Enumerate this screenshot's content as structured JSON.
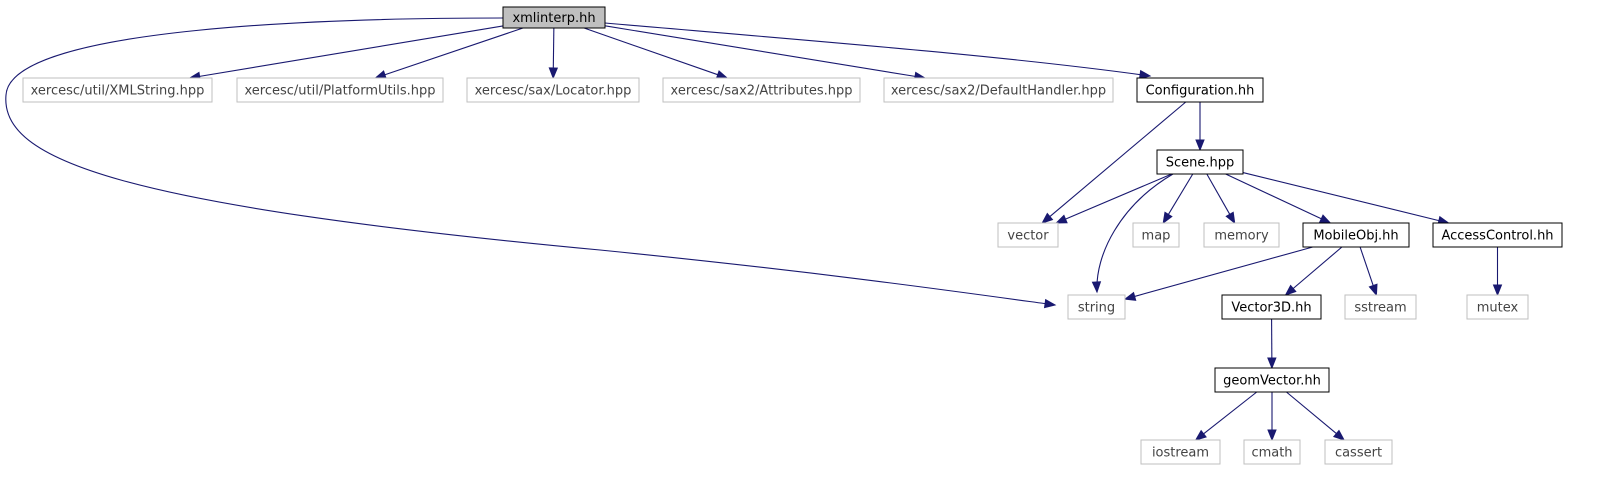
{
  "diagram": {
    "kind": "include-dependency-graph",
    "colors": {
      "edge": "#191970",
      "root_fill": "#bfbfbf",
      "root_border": "#000000",
      "local_border": "#000000",
      "system_border": "#bfbfbf",
      "system_text": "#444444"
    },
    "nodes": [
      {
        "id": "xmlinterp_hh",
        "label": "xmlinterp.hh",
        "kind": "root"
      },
      {
        "id": "xmlstring_hpp",
        "label": "xercesc/util/XMLString.hpp",
        "kind": "system"
      },
      {
        "id": "platformutils_hpp",
        "label": "xercesc/util/PlatformUtils.hpp",
        "kind": "system"
      },
      {
        "id": "locator_hpp",
        "label": "xercesc/sax/Locator.hpp",
        "kind": "system"
      },
      {
        "id": "attributes_hpp",
        "label": "xercesc/sax2/Attributes.hpp",
        "kind": "system"
      },
      {
        "id": "defaulthandler_hpp",
        "label": "xercesc/sax2/DefaultHandler.hpp",
        "kind": "system"
      },
      {
        "id": "configuration_hh",
        "label": "Configuration.hh",
        "kind": "local"
      },
      {
        "id": "scene_hpp",
        "label": "Scene.hpp",
        "kind": "local"
      },
      {
        "id": "vector",
        "label": "vector",
        "kind": "system"
      },
      {
        "id": "map",
        "label": "map",
        "kind": "system"
      },
      {
        "id": "memory",
        "label": "memory",
        "kind": "system"
      },
      {
        "id": "mobileobj_hh",
        "label": "MobileObj.hh",
        "kind": "local"
      },
      {
        "id": "accesscontrol_hh",
        "label": "AccessControl.hh",
        "kind": "local"
      },
      {
        "id": "string",
        "label": "string",
        "kind": "system"
      },
      {
        "id": "vector3d_hh",
        "label": "Vector3D.hh",
        "kind": "local"
      },
      {
        "id": "sstream",
        "label": "sstream",
        "kind": "system"
      },
      {
        "id": "mutex",
        "label": "mutex",
        "kind": "system"
      },
      {
        "id": "geomvector_hh",
        "label": "geomVector.hh",
        "kind": "local"
      },
      {
        "id": "iostream",
        "label": "iostream",
        "kind": "system"
      },
      {
        "id": "cmath",
        "label": "cmath",
        "kind": "system"
      },
      {
        "id": "cassert",
        "label": "cassert",
        "kind": "system"
      }
    ],
    "edges": [
      {
        "from": "xmlinterp_hh",
        "to": "string"
      },
      {
        "from": "xmlinterp_hh",
        "to": "xmlstring_hpp"
      },
      {
        "from": "xmlinterp_hh",
        "to": "platformutils_hpp"
      },
      {
        "from": "xmlinterp_hh",
        "to": "locator_hpp"
      },
      {
        "from": "xmlinterp_hh",
        "to": "attributes_hpp"
      },
      {
        "from": "xmlinterp_hh",
        "to": "defaulthandler_hpp"
      },
      {
        "from": "xmlinterp_hh",
        "to": "configuration_hh"
      },
      {
        "from": "configuration_hh",
        "to": "vector"
      },
      {
        "from": "configuration_hh",
        "to": "scene_hpp"
      },
      {
        "from": "scene_hpp",
        "to": "vector"
      },
      {
        "from": "scene_hpp",
        "to": "string"
      },
      {
        "from": "scene_hpp",
        "to": "map"
      },
      {
        "from": "scene_hpp",
        "to": "memory"
      },
      {
        "from": "scene_hpp",
        "to": "mobileobj_hh"
      },
      {
        "from": "scene_hpp",
        "to": "accesscontrol_hh"
      },
      {
        "from": "mobileobj_hh",
        "to": "string"
      },
      {
        "from": "mobileobj_hh",
        "to": "vector3d_hh"
      },
      {
        "from": "mobileobj_hh",
        "to": "sstream"
      },
      {
        "from": "accesscontrol_hh",
        "to": "mutex"
      },
      {
        "from": "vector3d_hh",
        "to": "geomvector_hh"
      },
      {
        "from": "geomvector_hh",
        "to": "iostream"
      },
      {
        "from": "geomvector_hh",
        "to": "cmath"
      },
      {
        "from": "geomvector_hh",
        "to": "cassert"
      }
    ]
  }
}
